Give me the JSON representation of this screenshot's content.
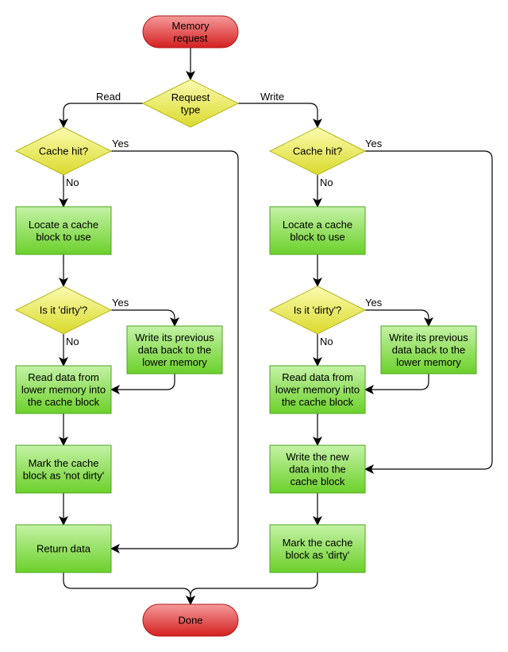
{
  "colors": {
    "terminal_top": "#f59a9a",
    "terminal_bottom": "#d42020",
    "terminal_stroke": "#b01818",
    "decision_top": "#fbfbb0",
    "decision_bottom": "#dada2c",
    "decision_stroke": "#b5b51c",
    "process_top": "#c4f2a6",
    "process_bottom": "#6cd02a",
    "process_stroke": "#4ea620",
    "line": "#000000"
  },
  "nodes": {
    "start": [
      "Memory",
      "request"
    ],
    "request_type": [
      "Request",
      "type"
    ],
    "r_cache_hit": [
      "Cache hit?"
    ],
    "r_locate": [
      "Locate a cache",
      "block to use"
    ],
    "r_dirty": [
      "Is it 'dirty'?"
    ],
    "r_writeback": [
      "Write its previous",
      "data back to the",
      "lower memory"
    ],
    "r_read": [
      "Read data from",
      "lower memory into",
      "the cache block"
    ],
    "r_mark": [
      "Mark the cache",
      "block as 'not dirty'"
    ],
    "r_return": [
      "Return data"
    ],
    "w_cache_hit": [
      "Cache hit?"
    ],
    "w_locate": [
      "Locate a cache",
      "block to use"
    ],
    "w_dirty": [
      "Is it 'dirty'?"
    ],
    "w_writeback": [
      "Write its previous",
      "data back to the",
      "lower memory"
    ],
    "w_read": [
      "Read data from",
      "lower memory into",
      "the cache block"
    ],
    "w_write": [
      "Write the new",
      "data into the",
      "cache block"
    ],
    "w_mark": [
      "Mark the cache",
      "block as 'dirty'"
    ],
    "done": [
      "Done"
    ]
  },
  "edge_labels": {
    "read": "Read",
    "write": "Write",
    "r_hit_yes": "Yes",
    "r_hit_no": "No",
    "r_dirty_yes": "Yes",
    "r_dirty_no": "No",
    "w_hit_yes": "Yes",
    "w_hit_no": "No",
    "w_dirty_yes": "Yes",
    "w_dirty_no": "No"
  }
}
